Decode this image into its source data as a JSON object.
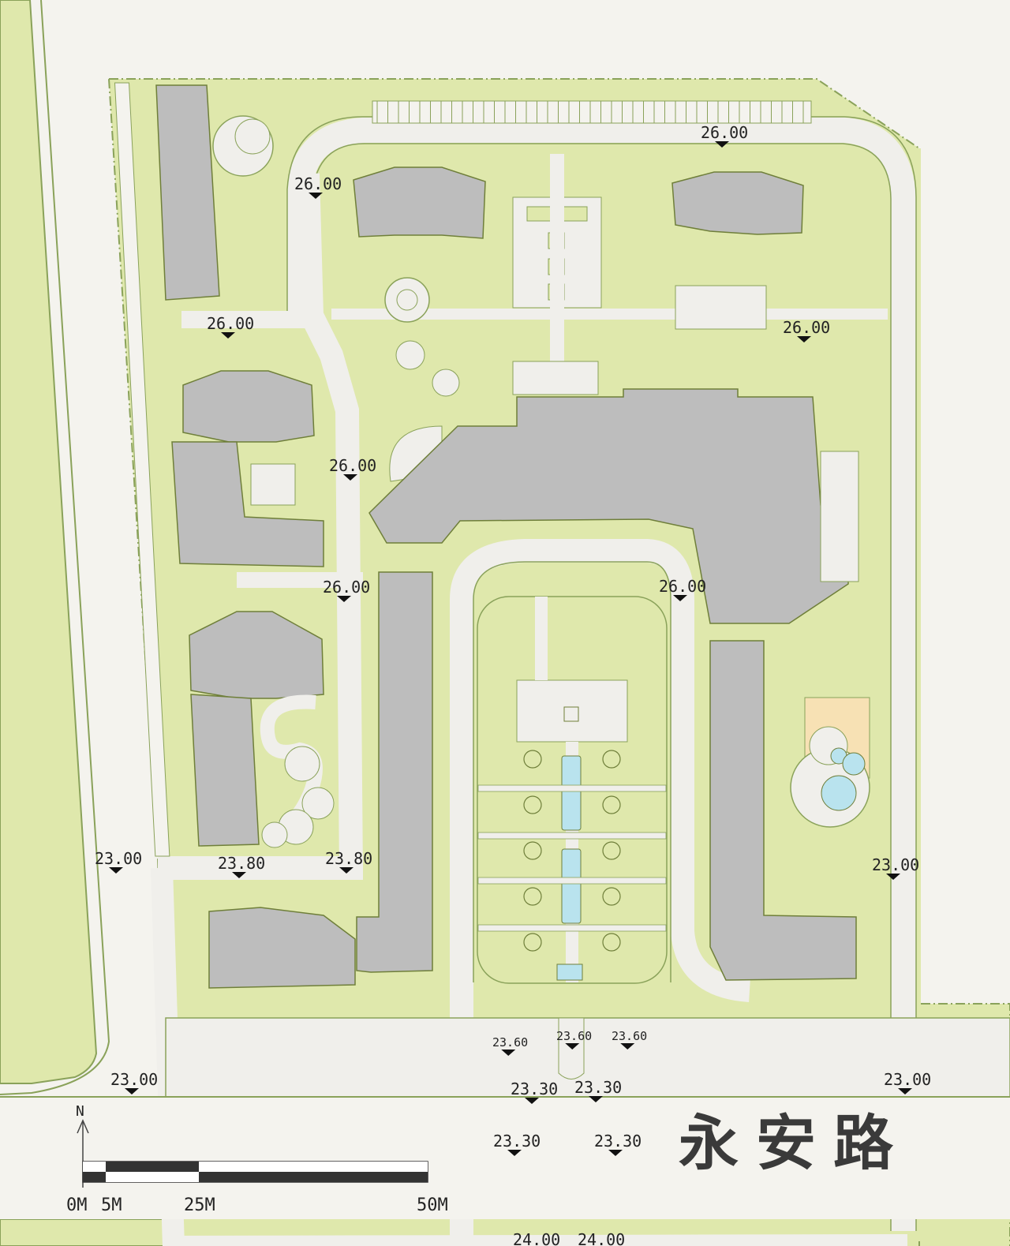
{
  "road_name": "永安路",
  "north_label": "N",
  "scale_labels": {
    "s0": "0M",
    "s5": "5M",
    "s25": "25M",
    "s50": "50M"
  },
  "elevations": {
    "e1": "26.00",
    "e2": "26.00",
    "e3": "26.00",
    "e4": "26.00",
    "e5": "26.00",
    "e6": "26.00",
    "e7": "26.00",
    "e8": "23.00",
    "e9": "23.80",
    "e10": "23.80",
    "e11": "23.00",
    "e12": "24.00",
    "e13": "24.00",
    "e14": "23.60",
    "e15": "23.60",
    "e16": "23.60",
    "e17": "23.00",
    "e18": "23.30",
    "e19": "23.30",
    "e20": "23.00",
    "e21": "23.30",
    "e22": "23.30"
  },
  "colors": {
    "grass": "#dfe8ac",
    "building": "#bdbdbd",
    "building_edge": "#6f7f3a",
    "path": "#f0efeb",
    "line": "#8aa25a",
    "water": "#b9e3ee",
    "deck": "#f7e1b4"
  }
}
